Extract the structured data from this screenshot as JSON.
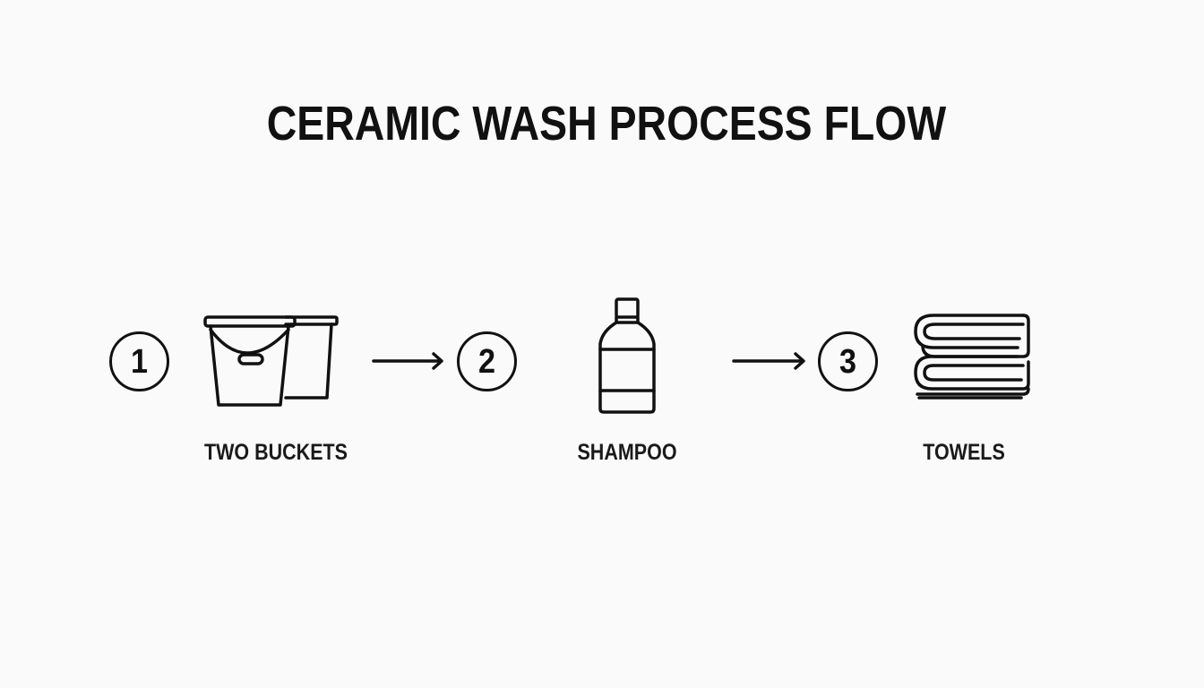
{
  "title": "CERAMIC WASH PROCESS FLOW",
  "steps": [
    {
      "number": "1",
      "label": "TWO BUCKETS",
      "icon": "two-buckets-icon"
    },
    {
      "number": "2",
      "label": "SHAMPOO",
      "icon": "shampoo-bottle-icon"
    },
    {
      "number": "3",
      "label": "TOWELS",
      "icon": "folded-towels-icon"
    }
  ],
  "colors": {
    "background": "#fafafa",
    "ink": "#111111"
  }
}
